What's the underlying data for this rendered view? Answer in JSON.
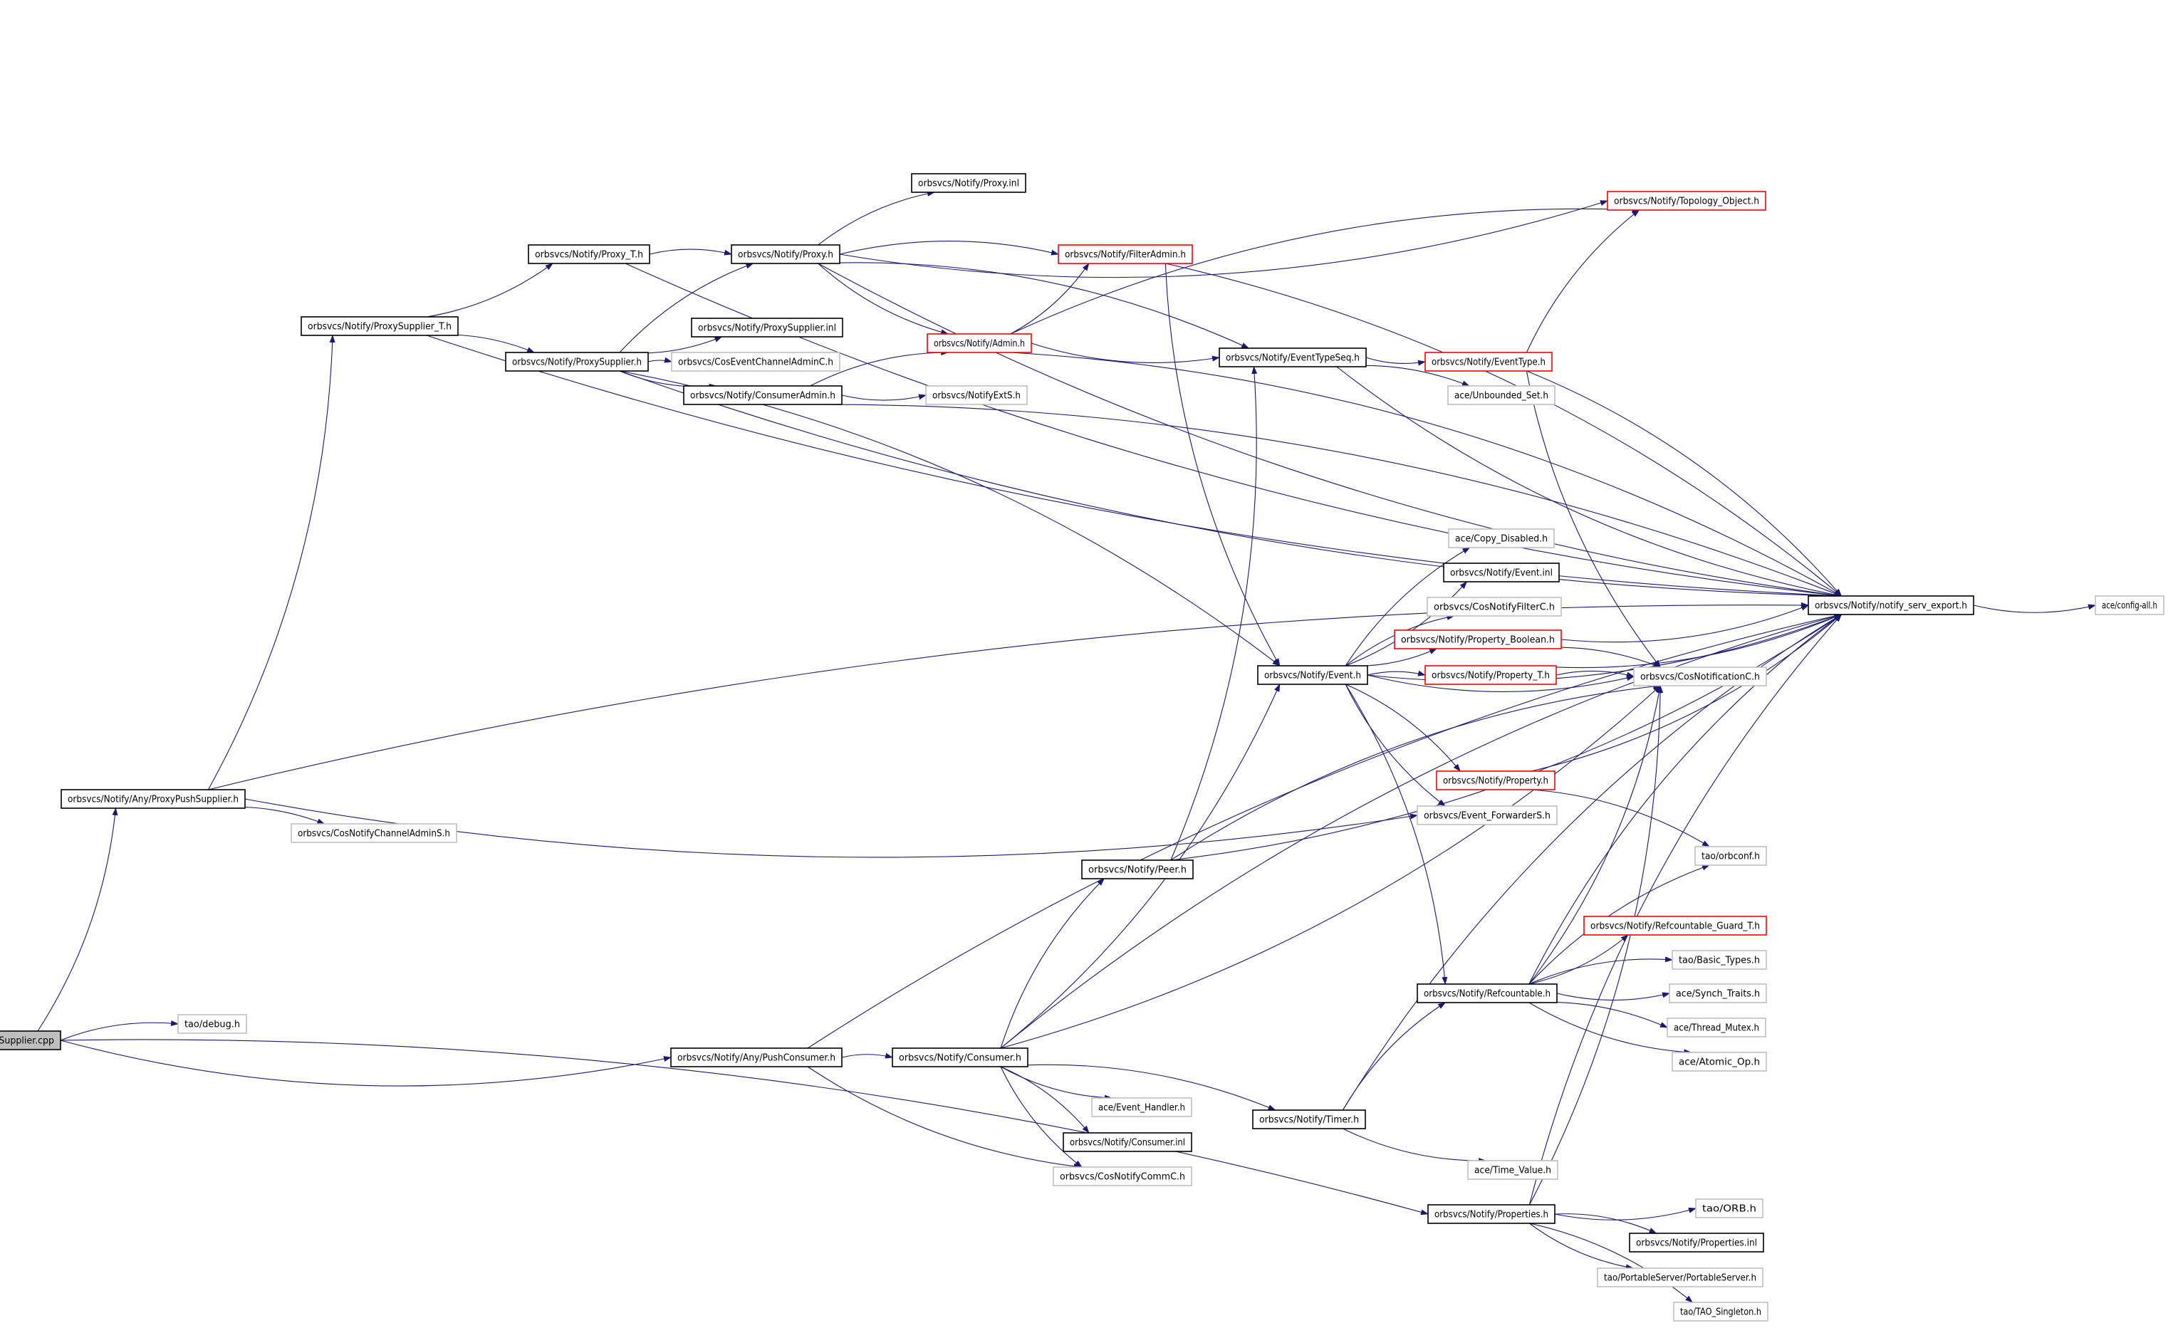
{
  "graph": {
    "nodes": [
      {
        "id": "root",
        "label": "ProxyPushSupplier.cpp",
        "style": "root"
      },
      {
        "id": "anyProxyPushSupplierH",
        "label": "orbsvcs/Notify/Any/ProxyPushSupplier.h",
        "style": "normal"
      },
      {
        "id": "taoDebugH",
        "label": "tao/debug.h",
        "style": "external"
      },
      {
        "id": "anyPushConsumerH",
        "label": "orbsvcs/Notify/Any/PushConsumer.h",
        "style": "normal"
      },
      {
        "id": "propertiesH",
        "label": "orbsvcs/Notify/Properties.h",
        "style": "normal"
      },
      {
        "id": "proxySupplierTH",
        "label": "orbsvcs/Notify/ProxySupplier_T.h",
        "style": "normal"
      },
      {
        "id": "cosNotifyChannelAdminSH",
        "label": "orbsvcs/CosNotifyChannelAdminS.h",
        "style": "external"
      },
      {
        "id": "eventForwarderSH",
        "label": "orbsvcs/Event_ForwarderS.h",
        "style": "external"
      },
      {
        "id": "notifyServExportH",
        "label": "orbsvcs/Notify/notify_serv_export.h",
        "style": "normal"
      },
      {
        "id": "proxyTH",
        "label": "orbsvcs/Notify/Proxy_T.h",
        "style": "normal"
      },
      {
        "id": "proxySupplierH",
        "label": "orbsvcs/Notify/ProxySupplier.h",
        "style": "normal"
      },
      {
        "id": "proxyH",
        "label": "orbsvcs/Notify/Proxy.h",
        "style": "normal"
      },
      {
        "id": "topologyObjectH",
        "label": "orbsvcs/Notify/Topology_Object.h",
        "style": "truncated"
      },
      {
        "id": "proxyInl",
        "label": "orbsvcs/Notify/Proxy.inl",
        "style": "normal"
      },
      {
        "id": "filterAdminH",
        "label": "orbsvcs/Notify/FilterAdmin.h",
        "style": "truncated"
      },
      {
        "id": "adminH",
        "label": "orbsvcs/Notify/Admin.h",
        "style": "truncated"
      },
      {
        "id": "eventTypeSeqH",
        "label": "orbsvcs/Notify/EventTypeSeq.h",
        "style": "normal"
      },
      {
        "id": "eventH",
        "label": "orbsvcs/Notify/Event.h",
        "style": "normal"
      },
      {
        "id": "proxySupplierInl",
        "label": "orbsvcs/Notify/ProxySupplier.inl",
        "style": "normal"
      },
      {
        "id": "cosEventChannelAdminCH",
        "label": "orbsvcs/CosEventChannelAdminC.h",
        "style": "external"
      },
      {
        "id": "consumerAdminH",
        "label": "orbsvcs/Notify/ConsumerAdmin.h",
        "style": "normal"
      },
      {
        "id": "notifyExtSH",
        "label": "orbsvcs/NotifyExtS.h",
        "style": "external"
      },
      {
        "id": "eventTypeH",
        "label": "orbsvcs/Notify/EventType.h",
        "style": "truncated"
      },
      {
        "id": "unboundedSetH",
        "label": "ace/Unbounded_Set.h",
        "style": "external"
      },
      {
        "id": "cosNotificationCH",
        "label": "orbsvcs/CosNotificationC.h",
        "style": "external"
      },
      {
        "id": "configAllH",
        "label": "ace/config-all.h",
        "style": "external"
      },
      {
        "id": "copyDisabledH",
        "label": "ace/Copy_Disabled.h",
        "style": "external"
      },
      {
        "id": "eventInl",
        "label": "orbsvcs/Notify/Event.inl",
        "style": "normal"
      },
      {
        "id": "cosNotifyFilterCH",
        "label": "orbsvcs/CosNotifyFilterC.h",
        "style": "external"
      },
      {
        "id": "propertyBooleanH",
        "label": "orbsvcs/Notify/Property_Boolean.h",
        "style": "truncated"
      },
      {
        "id": "propertyTH",
        "label": "orbsvcs/Notify/Property_T.h",
        "style": "truncated"
      },
      {
        "id": "propertyH",
        "label": "orbsvcs/Notify/Property.h",
        "style": "truncated"
      },
      {
        "id": "taoOrbconfH",
        "label": "tao/orbconf.h",
        "style": "external"
      },
      {
        "id": "refcountableH",
        "label": "orbsvcs/Notify/Refcountable.h",
        "style": "normal"
      },
      {
        "id": "refcountableGuardTH",
        "label": "orbsvcs/Notify/Refcountable_Guard_T.h",
        "style": "truncated"
      },
      {
        "id": "taoBasicTypesH",
        "label": "tao/Basic_Types.h",
        "style": "external"
      },
      {
        "id": "synchTraitsH",
        "label": "ace/Synch_Traits.h",
        "style": "external"
      },
      {
        "id": "threadMutexH",
        "label": "ace/Thread_Mutex.h",
        "style": "external"
      },
      {
        "id": "atomicOpH",
        "label": "ace/Atomic_Op.h",
        "style": "external"
      },
      {
        "id": "consumerH",
        "label": "orbsvcs/Notify/Consumer.h",
        "style": "normal"
      },
      {
        "id": "peerH",
        "label": "orbsvcs/Notify/Peer.h",
        "style": "normal"
      },
      {
        "id": "eventHandlerH",
        "label": "ace/Event_Handler.h",
        "style": "external"
      },
      {
        "id": "consumerInl",
        "label": "orbsvcs/Notify/Consumer.inl",
        "style": "normal"
      },
      {
        "id": "cosNotifyCommCH",
        "label": "orbsvcs/CosNotifyCommC.h",
        "style": "external"
      },
      {
        "id": "timerH",
        "label": "orbsvcs/Notify/Timer.h",
        "style": "normal"
      },
      {
        "id": "timeValueH",
        "label": "ace/Time_Value.h",
        "style": "external"
      },
      {
        "id": "taoOrbH",
        "label": "tao/ORB.h",
        "style": "external"
      },
      {
        "id": "propertiesInl",
        "label": "orbsvcs/Notify/Properties.inl",
        "style": "normal"
      },
      {
        "id": "portableServerH",
        "label": "tao/PortableServer/PortableServer.h",
        "style": "external"
      },
      {
        "id": "taoSingletonH",
        "label": "tao/TAO_Singleton.h",
        "style": "external"
      }
    ],
    "edges": [
      [
        "root",
        "anyProxyPushSupplierH"
      ],
      [
        "root",
        "taoDebugH"
      ],
      [
        "root",
        "anyPushConsumerH"
      ],
      [
        "root",
        "propertiesH"
      ],
      [
        "anyProxyPushSupplierH",
        "proxySupplierTH"
      ],
      [
        "anyProxyPushSupplierH",
        "cosNotifyChannelAdminSH"
      ],
      [
        "anyProxyPushSupplierH",
        "eventForwarderSH"
      ],
      [
        "anyProxyPushSupplierH",
        "notifyServExportH"
      ],
      [
        "proxySupplierTH",
        "proxyTH"
      ],
      [
        "proxySupplierTH",
        "proxySupplierH"
      ],
      [
        "proxySupplierTH",
        "notifyServExportH"
      ],
      [
        "proxyTH",
        "proxyH"
      ],
      [
        "proxyTH",
        "notifyServExportH"
      ],
      [
        "proxySupplierH",
        "proxyH"
      ],
      [
        "proxySupplierH",
        "proxySupplierInl"
      ],
      [
        "proxySupplierH",
        "cosEventChannelAdminCH"
      ],
      [
        "proxySupplierH",
        "consumerAdminH"
      ],
      [
        "proxySupplierH",
        "eventH"
      ],
      [
        "proxySupplierH",
        "notifyServExportH"
      ],
      [
        "proxyH",
        "proxyInl"
      ],
      [
        "proxyH",
        "topologyObjectH"
      ],
      [
        "proxyH",
        "filterAdminH"
      ],
      [
        "proxyH",
        "adminH"
      ],
      [
        "proxyH",
        "eventTypeSeqH"
      ],
      [
        "proxyH",
        "notifyServExportH"
      ],
      [
        "consumerAdminH",
        "adminH"
      ],
      [
        "consumerAdminH",
        "notifyExtSH"
      ],
      [
        "consumerAdminH",
        "notifyServExportH"
      ],
      [
        "adminH",
        "filterAdminH"
      ],
      [
        "adminH",
        "topologyObjectH"
      ],
      [
        "adminH",
        "eventTypeSeqH"
      ],
      [
        "adminH",
        "notifyServExportH"
      ],
      [
        "filterAdminH",
        "eventH"
      ],
      [
        "filterAdminH",
        "notifyServExportH"
      ],
      [
        "eventTypeSeqH",
        "eventTypeH"
      ],
      [
        "eventTypeSeqH",
        "unboundedSetH"
      ],
      [
        "eventTypeSeqH",
        "notifyServExportH"
      ],
      [
        "eventTypeH",
        "topologyObjectH"
      ],
      [
        "eventTypeH",
        "cosNotificationCH"
      ],
      [
        "eventTypeH",
        "notifyServExportH"
      ],
      [
        "notifyServExportH",
        "configAllH"
      ],
      [
        "eventH",
        "copyDisabledH"
      ],
      [
        "eventH",
        "eventInl"
      ],
      [
        "eventH",
        "cosNotifyFilterCH"
      ],
      [
        "eventH",
        "propertyBooleanH"
      ],
      [
        "eventH",
        "propertyTH"
      ],
      [
        "eventH",
        "cosNotificationCH"
      ],
      [
        "eventH",
        "propertyH"
      ],
      [
        "eventH",
        "eventForwarderSH"
      ],
      [
        "eventH",
        "refcountableH"
      ],
      [
        "eventH",
        "notifyServExportH"
      ],
      [
        "propertyBooleanH",
        "cosNotificationCH"
      ],
      [
        "propertyBooleanH",
        "notifyServExportH"
      ],
      [
        "propertyTH",
        "cosNotificationCH"
      ],
      [
        "propertyTH",
        "notifyServExportH"
      ],
      [
        "propertyH",
        "taoOrbconfH"
      ],
      [
        "propertyH",
        "notifyServExportH"
      ],
      [
        "anyPushConsumerH",
        "consumerH"
      ],
      [
        "anyPushConsumerH",
        "cosNotifyCommCH"
      ],
      [
        "anyPushConsumerH",
        "notifyServExportH"
      ],
      [
        "consumerH",
        "eventH"
      ],
      [
        "consumerH",
        "peerH"
      ],
      [
        "consumerH",
        "eventHandlerH"
      ],
      [
        "consumerH",
        "consumerInl"
      ],
      [
        "consumerH",
        "cosNotifyCommCH"
      ],
      [
        "consumerH",
        "timerH"
      ],
      [
        "consumerH",
        "cosNotificationCH"
      ],
      [
        "consumerH",
        "notifyServExportH"
      ],
      [
        "peerH",
        "eventTypeSeqH"
      ],
      [
        "peerH",
        "cosNotificationCH"
      ],
      [
        "peerH",
        "notifyServExportH"
      ],
      [
        "timerH",
        "refcountableH"
      ],
      [
        "timerH",
        "timeValueH"
      ],
      [
        "timerH",
        "notifyServExportH"
      ],
      [
        "refcountableH",
        "refcountableGuardTH"
      ],
      [
        "refcountableH",
        "taoBasicTypesH"
      ],
      [
        "refcountableH",
        "synchTraitsH"
      ],
      [
        "refcountableH",
        "threadMutexH"
      ],
      [
        "refcountableH",
        "atomicOpH"
      ],
      [
        "refcountableH",
        "taoOrbconfH"
      ],
      [
        "refcountableH",
        "cosNotificationCH"
      ],
      [
        "refcountableH",
        "notifyServExportH"
      ],
      [
        "propertiesH",
        "taoOrbH"
      ],
      [
        "propertiesH",
        "propertiesInl"
      ],
      [
        "propertiesH",
        "portableServerH"
      ],
      [
        "propertiesH",
        "taoSingletonH"
      ],
      [
        "propertiesH",
        "cosNotificationCH"
      ],
      [
        "propertiesH",
        "notifyServExportH"
      ]
    ]
  },
  "colors": {
    "edge": "#191970",
    "normal_border": "#000000",
    "truncated_border": "#ff0000",
    "external_border": "#bfbfbf",
    "root_fill": "#bfbfbf",
    "node_fill": "#ffffff"
  }
}
